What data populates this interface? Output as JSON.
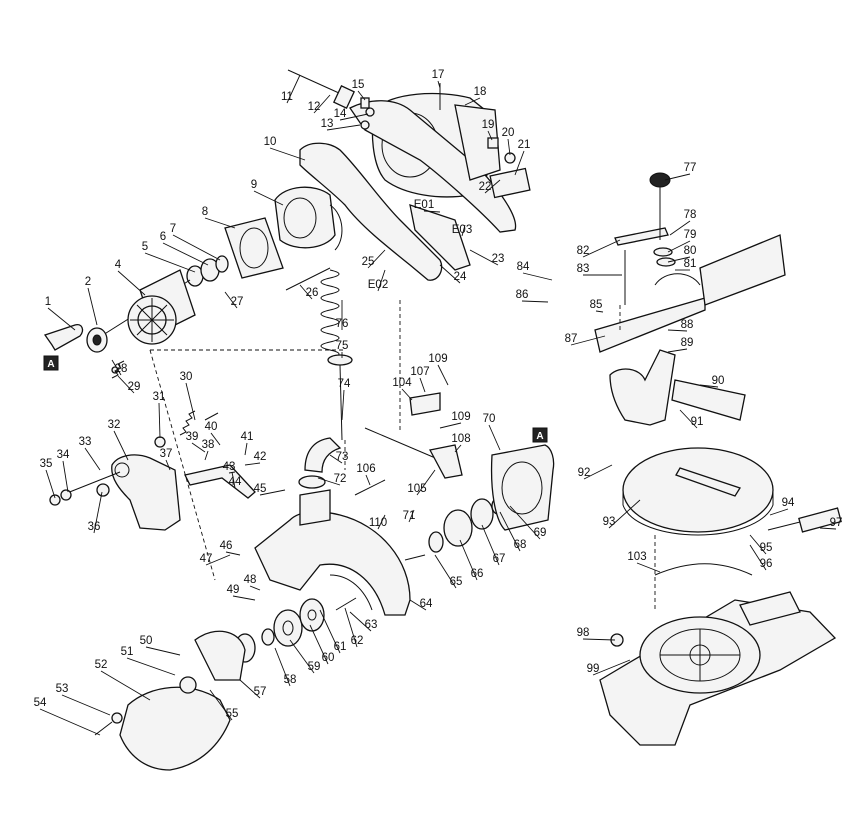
{
  "labels": [
    "1",
    "2",
    "4",
    "5",
    "6",
    "7",
    "8",
    "9",
    "10",
    "11",
    "12",
    "13",
    "14",
    "15",
    "17",
    "18",
    "19",
    "20",
    "21",
    "22",
    "23",
    "24",
    "25",
    "26",
    "27",
    "28",
    "29",
    "30",
    "31",
    "32",
    "33",
    "34",
    "35",
    "36",
    "37",
    "38",
    "39",
    "40",
    "41",
    "42",
    "43",
    "44",
    "45",
    "46",
    "47",
    "48",
    "49",
    "50",
    "51",
    "52",
    "53",
    "54",
    "55",
    "57",
    "58",
    "59",
    "60",
    "61",
    "62",
    "63",
    "64",
    "65",
    "66",
    "67",
    "68",
    "69",
    "70",
    "71",
    "72",
    "73",
    "74",
    "75",
    "76",
    "77",
    "78",
    "79",
    "80",
    "81",
    "82",
    "83",
    "84",
    "85",
    "86",
    "87",
    "88",
    "89",
    "90",
    "91",
    "92",
    "93",
    "94",
    "95",
    "96",
    "97",
    "98",
    "99",
    "103",
    "104",
    "105",
    "106",
    "107",
    "108",
    "109",
    "109",
    "110",
    "E01",
    "E02",
    "E03",
    "A",
    "A"
  ],
  "colors": {
    "line": "#111111",
    "fill": "#f4f4f4",
    "background": "#ffffff"
  }
}
